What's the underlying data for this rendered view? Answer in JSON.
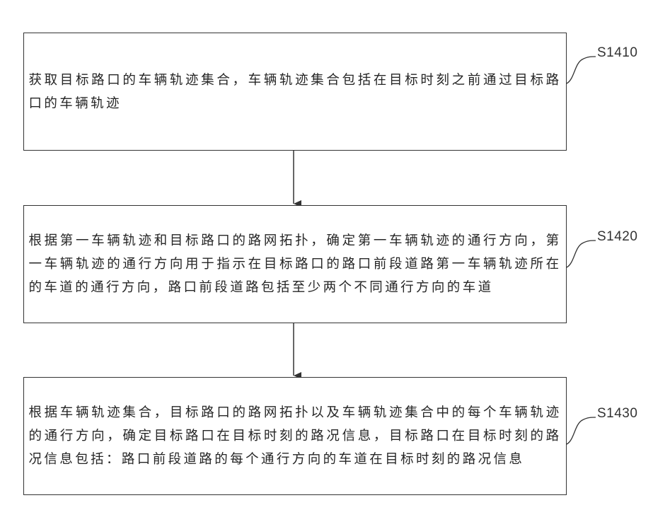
{
  "flowchart": {
    "steps": [
      {
        "label": "S1410",
        "text": "获取目标路口的车辆轨迹集合，车辆轨迹集合包括在目标时刻之前通过目标路口的车辆轨迹"
      },
      {
        "label": "S1420",
        "text": "根据第一车辆轨迹和目标路口的路网拓扑，确定第一车辆轨迹的通行方向，第一车辆轨迹的通行方向用于指示在目标路口的路口前段道路第一车辆轨迹所在的车道的通行方向，路口前段道路包括至少两个不同通行方向的车道"
      },
      {
        "label": "S1430",
        "text": "根据车辆轨迹集合，目标路口的路网拓扑以及车辆轨迹集合中的每个车辆轨迹的通行方向，确定目标路口在目标时刻的路况信息，目标路口在目标时刻的路况信息包括：路口前段道路的每个通行方向的车道在目标时刻的路况信息"
      }
    ]
  },
  "colors": {
    "line": "#333333",
    "text": "#262626",
    "background": "#ffffff"
  }
}
